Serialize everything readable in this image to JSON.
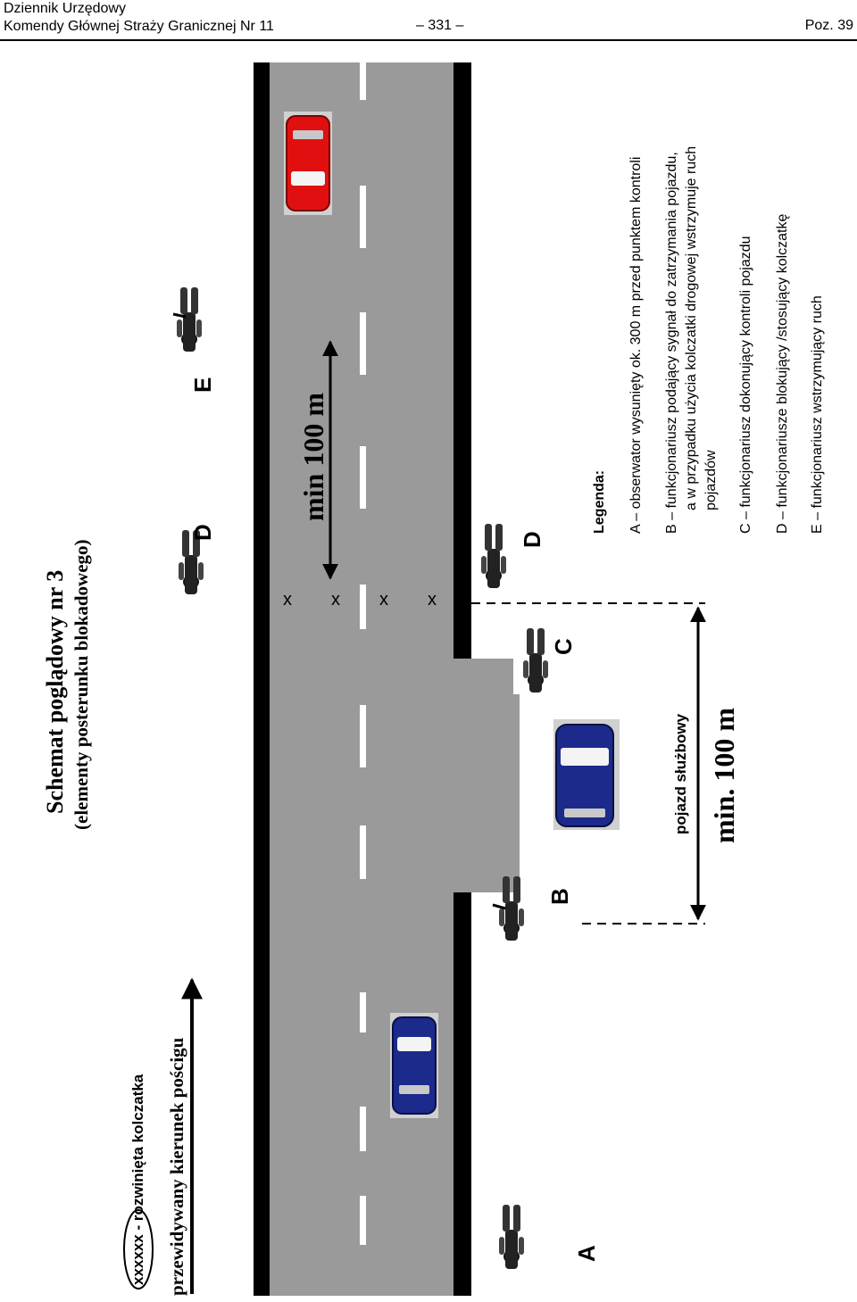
{
  "header": {
    "journal": "Dziennik Urzędowy",
    "authority": "Komendy Głównej Straży Granicznej Nr 11",
    "page": "– 331 –",
    "position": "Poz. 39"
  },
  "diagram": {
    "title": "Schemat poglądowy nr 3",
    "subtitle": "(elementy posterunku blokadowego)",
    "direction_label": "przewidywany kierunek pościgu",
    "spike_legend": "xxxxxx - rozwinięta kolczatka",
    "spike_marks": [
      "x",
      "x",
      "x",
      "x"
    ],
    "distance_top": "min 100 m",
    "distance_bottom": "min. 100 m",
    "vehicle_label": "pojazd służbowy",
    "letters": {
      "A": "A",
      "B": "B",
      "C": "C",
      "D_top": "D",
      "D_bottom": "D",
      "E": "E"
    },
    "colors": {
      "road": "#9a9a9a",
      "road_edge": "#000000",
      "red_car": "#e01010",
      "blue_car": "#1c2a8c"
    }
  },
  "legend": {
    "title": "Legenda:",
    "items": [
      "A – obserwator wysunięty ok. 300 m przed punktem kontroli",
      "B – funkcjonariusz podający sygnał do zatrzymania pojazdu,",
      "a w przypadku użycia kolczatki drogowej wstrzymuje ruch",
      "pojazdów",
      "C – funkcjonariusz dokonujący kontroli pojazdu",
      "D – funkcjonariusze blokujący /stosujący kolczatkę",
      "E – funkcjonariusz wstrzymujący ruch"
    ]
  }
}
